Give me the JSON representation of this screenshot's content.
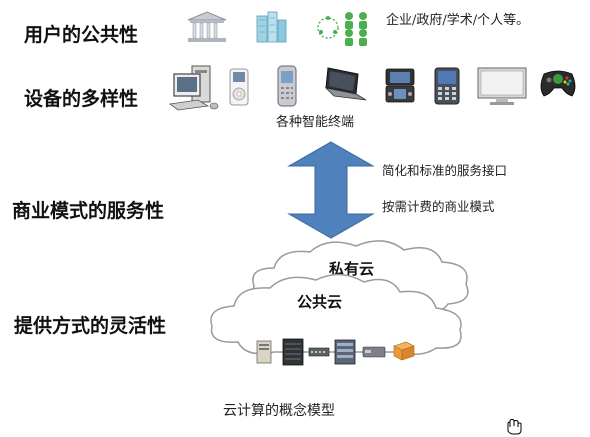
{
  "headings": {
    "user_publicity": "用户的公共性",
    "device_diversity": "设备的多样性",
    "business_service": "商业模式的服务性",
    "delivery_flexibility": "提供方式的灵活性"
  },
  "user_types": "企业/政府/学术/个人等。",
  "terminals_caption": "各种智能终端",
  "interface_notes": {
    "line1": "简化和标准的服务接口",
    "line2": "按需计费的商业模式"
  },
  "clouds": {
    "private": "私有云",
    "public": "公共云"
  },
  "caption": "云计算的概念模型",
  "icons": {
    "user_row": [
      "government-building-icon",
      "office-buildings-icon",
      "people-group-icon"
    ],
    "device_row": [
      "desktop-pc-icon",
      "mp3-player-icon",
      "mobile-phone-icon",
      "laptop-icon",
      "handheld-console-icon",
      "smartphone-icon",
      "flat-tv-icon",
      "game-controller-icon"
    ],
    "server_row": [
      "server-tower-icon",
      "server-rack-icon",
      "network-switch-icon",
      "storage-array-icon",
      "router-icon",
      "storage-box-icon"
    ]
  },
  "colors": {
    "arrow": "#4f81bd",
    "cloud_fill": "#ffffff",
    "cloud_stroke": "#9a9a9a",
    "people_green": "#4caf50",
    "storage_orange": "#e89a3c"
  }
}
